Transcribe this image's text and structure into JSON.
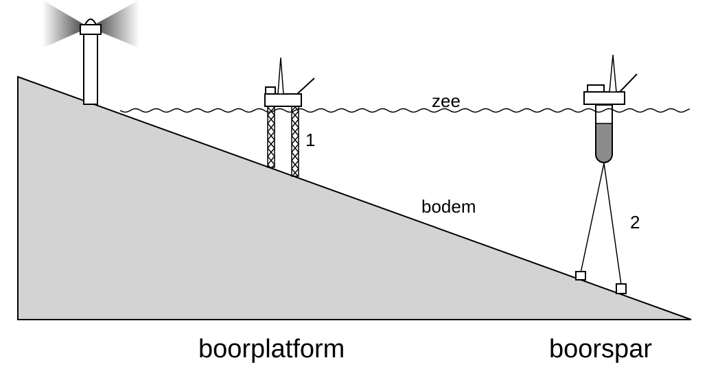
{
  "labels": {
    "sea": "zee",
    "seabed": "bodem",
    "mark_1": "1",
    "mark_2": "2",
    "platform_caption": "boorplatform",
    "spar_caption": "boorspar"
  },
  "colors": {
    "seabed_fill": "#d3d3d3",
    "spar_fill": "#8c8c8c",
    "line": "#000000",
    "lighthouse_beam": "#444444"
  }
}
